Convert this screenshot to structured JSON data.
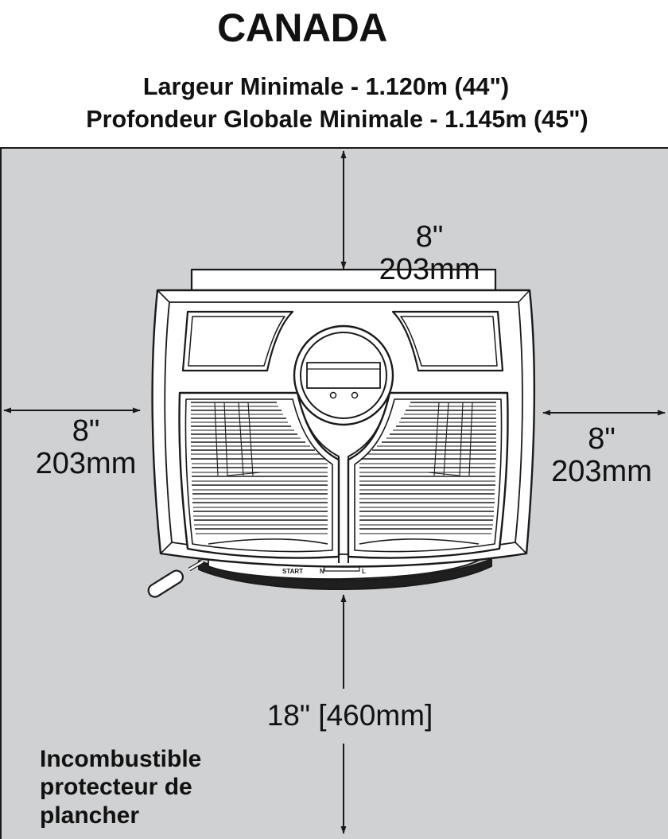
{
  "title": "CANADA",
  "subtitle_width": "Largeur Minimale - 1.120m (44\")",
  "subtitle_depth": "Profondeur Globale Minimale - 1.145m (45\")",
  "clearances": {
    "top": {
      "in": "8\"",
      "mm": "203mm"
    },
    "left": {
      "in": "8\"",
      "mm": "203mm"
    },
    "right": {
      "in": "8\"",
      "mm": "203mm"
    },
    "front": "18\" [460mm]"
  },
  "floor_protector_label": [
    "Incombustible",
    "protecteur de",
    "plancher"
  ],
  "stove_panel": {
    "start": "START",
    "n": "N",
    "l": "L"
  },
  "colors": {
    "floor": "#d0d1d3",
    "line": "#1a1a1a",
    "stove": "#ffffff"
  }
}
